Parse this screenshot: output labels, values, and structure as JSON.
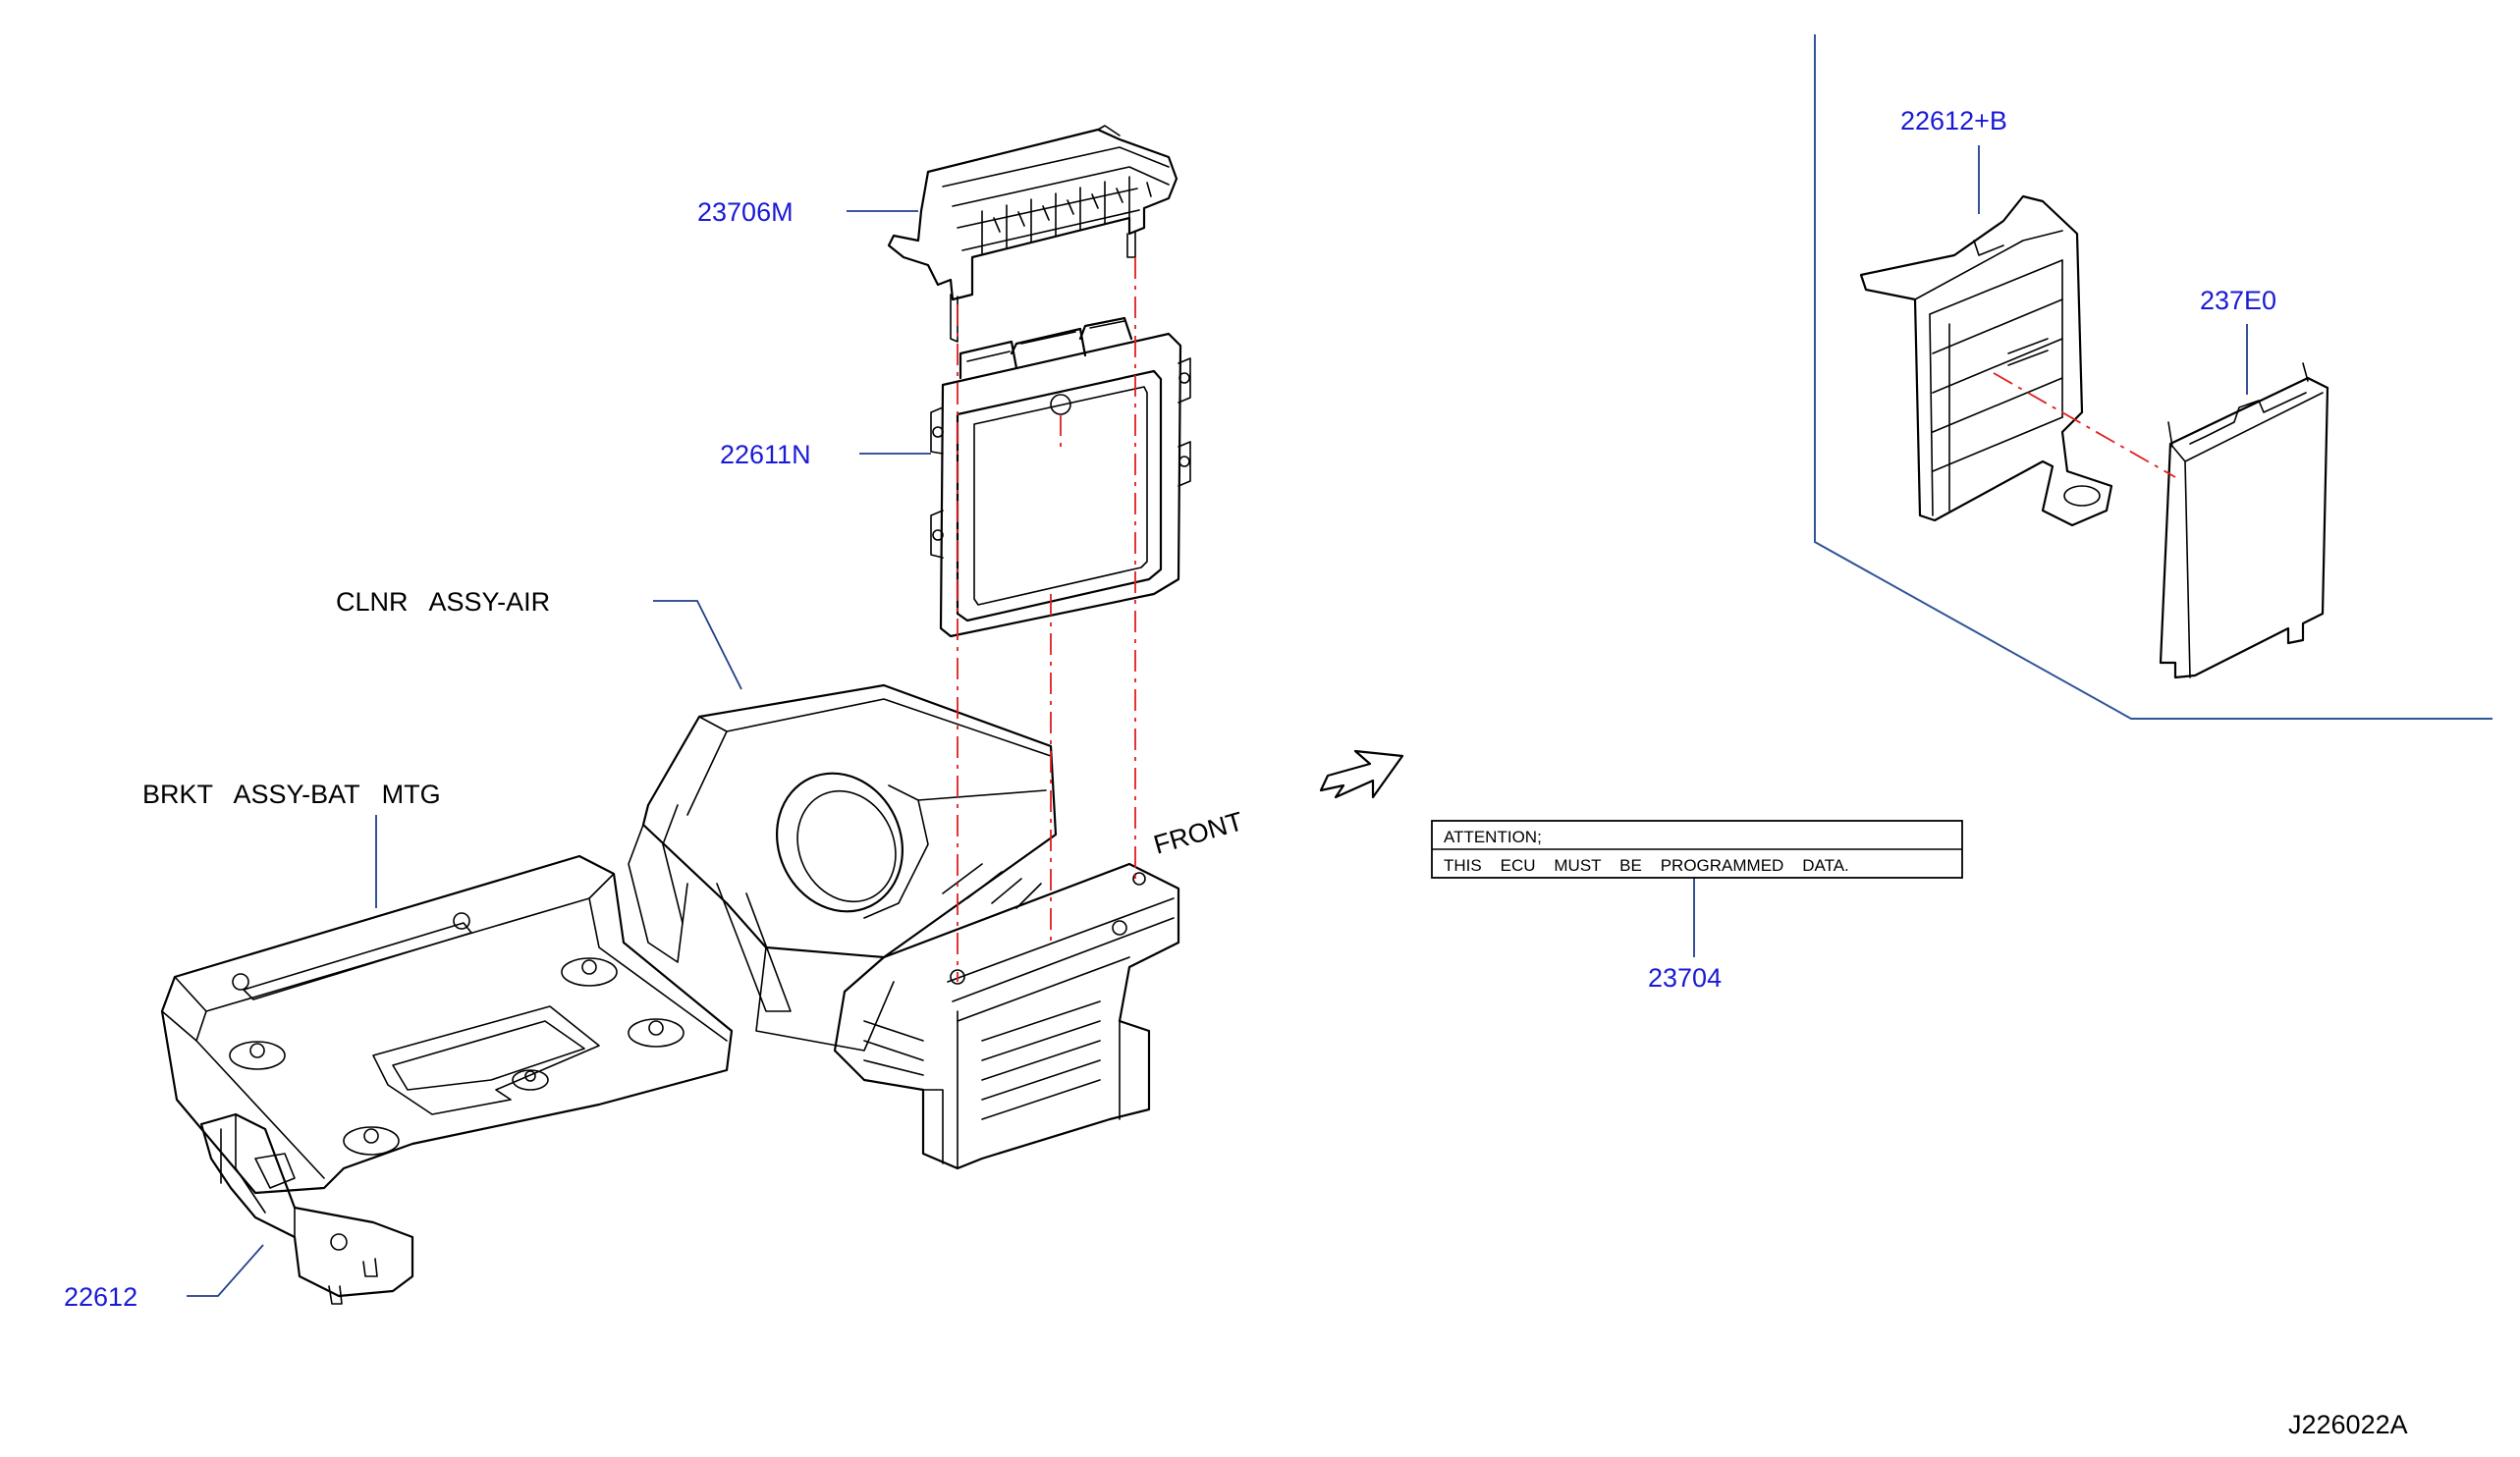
{
  "labels": {
    "p23706m": "23706M",
    "p22611n": "22611N",
    "clnr": "CLNR   ASSY-AIR",
    "brkt": "BRKT   ASSY-BAT   MTG",
    "p22612": "22612",
    "p22612b": "22612+B",
    "p237e0": "237E0",
    "p23704": "23704",
    "front": "FRONT",
    "diagram_id": "J226022A"
  },
  "notice": {
    "line1": "ATTENTION;",
    "line2": "THIS    ECU    MUST    BE    PROGRAMMED    DATA."
  },
  "colors": {
    "part_number_text": "#1a1ad6",
    "leader_line": "#1f3f8a",
    "alignment_line": "#e01f1f"
  }
}
